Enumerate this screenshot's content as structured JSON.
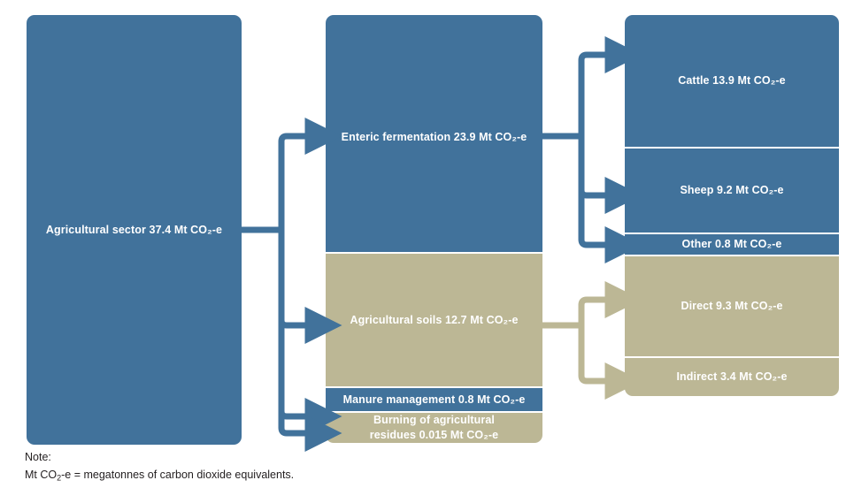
{
  "diagram": {
    "type": "flow-breakdown",
    "unit_label": "Mt CO₂-e",
    "colors": {
      "blue": "#41729B",
      "tan": "#BCB795",
      "background": "#FFFFFF",
      "text_on_box": "#FFFFFF",
      "note_text": "#231F20"
    },
    "level1": {
      "label": "Agricultural sector 37.4 Mt CO₂-e",
      "name": "Agricultural sector",
      "value": 37.4,
      "color": "blue"
    },
    "level2": [
      {
        "label": "Enteric fermentation 23.9 Mt CO₂-e",
        "name": "Enteric fermentation",
        "value": 23.9,
        "color": "blue"
      },
      {
        "label": "Agricultural soils 12.7 Mt CO₂-e",
        "name": "Agricultural soils",
        "value": 12.7,
        "color": "tan"
      },
      {
        "label": "Manure management 0.8 Mt CO₂-e",
        "name": "Manure management",
        "value": 0.8,
        "color": "blue"
      },
      {
        "label": "Burning of agricultural\nresidues 0.015 Mt CO₂-e",
        "name": "Burning of agricultural residues",
        "value": 0.015,
        "color": "tan"
      }
    ],
    "level3": [
      {
        "label": "Cattle 13.9 Mt CO₂-e",
        "name": "Cattle",
        "value": 13.9,
        "color": "blue",
        "parent": "Enteric fermentation"
      },
      {
        "label": "Sheep 9.2 Mt CO₂-e",
        "name": "Sheep",
        "value": 9.2,
        "color": "blue",
        "parent": "Enteric fermentation"
      },
      {
        "label": "Other 0.8 Mt CO₂-e",
        "name": "Other",
        "value": 0.8,
        "color": "blue",
        "parent": "Enteric fermentation"
      },
      {
        "label": "Direct 9.3 Mt CO₂-e",
        "name": "Direct",
        "value": 9.3,
        "color": "tan",
        "parent": "Agricultural soils"
      },
      {
        "label": "Indirect 3.4 Mt CO₂-e",
        "name": "Indirect",
        "value": 3.4,
        "color": "tan",
        "parent": "Agricultural soils"
      }
    ]
  },
  "note": {
    "heading": "Note:",
    "text_prefix": "Mt CO",
    "text_sub": "2",
    "text_suffix": "-e = megatonnes of carbon dioxide equivalents."
  }
}
